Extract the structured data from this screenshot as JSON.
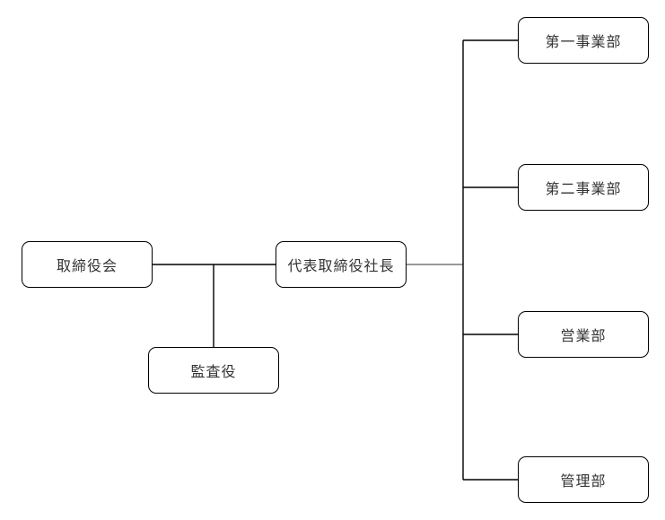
{
  "diagram": {
    "type": "org-chart",
    "nodes": [
      {
        "id": "board",
        "label": "取締役会"
      },
      {
        "id": "president",
        "label": "代表取締役社長"
      },
      {
        "id": "auditor",
        "label": "監査役"
      },
      {
        "id": "division1",
        "label": "第一事業部"
      },
      {
        "id": "division2",
        "label": "第二事業部"
      },
      {
        "id": "sales",
        "label": "営業部"
      },
      {
        "id": "admin",
        "label": "管理部"
      }
    ],
    "edges": [
      {
        "from": "取締役会",
        "to": "代表取締役社長"
      },
      {
        "from": "取締役会-代表取締役社長",
        "to": "監査役"
      },
      {
        "from": "代表取締役社長",
        "to": "第一事業部"
      },
      {
        "from": "代表取締役社長",
        "to": "第二事業部"
      },
      {
        "from": "代表取締役社長",
        "to": "営業部"
      },
      {
        "from": "代表取締役社長",
        "to": "管理部"
      }
    ]
  },
  "colors": {
    "background": "#ffffff",
    "node_fill": "#ffffff",
    "node_border": "#000000",
    "node_text": "#333333",
    "edge": "#000000",
    "edge_president_trunk": "#999999"
  }
}
